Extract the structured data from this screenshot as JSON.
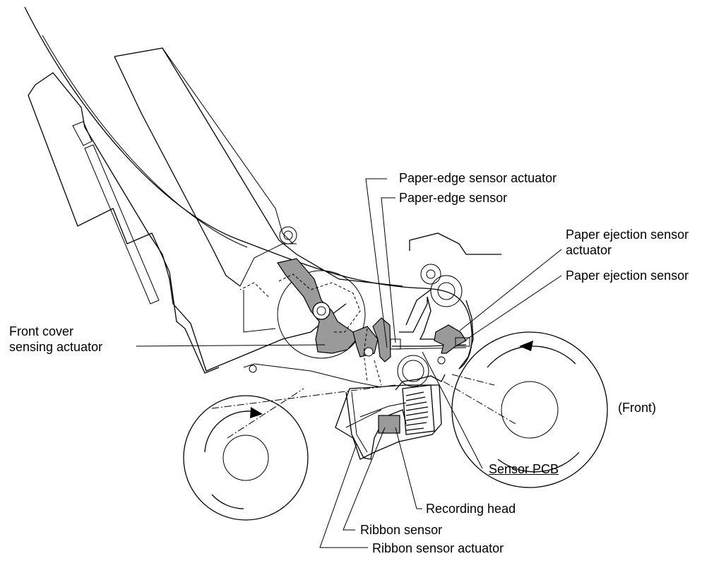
{
  "labels": {
    "paper_edge_sensor_actuator": "Paper-edge sensor actuator",
    "paper_edge_sensor": "Paper-edge sensor",
    "paper_ejection_sensor_actuator_line1": "Paper ejection sensor",
    "paper_ejection_sensor_actuator_line2": "actuator",
    "paper_ejection_sensor": "Paper ejection sensor",
    "front_cover_sensing_actuator_line1": "Front cover",
    "front_cover_sensing_actuator_line2": "sensing actuator",
    "front": "(Front)",
    "sensor_pcb": "Sensor PCB",
    "recording_head": "Recording head",
    "ribbon_sensor": "Ribbon sensor",
    "ribbon_sensor_actuator": "Ribbon sensor actuator"
  }
}
